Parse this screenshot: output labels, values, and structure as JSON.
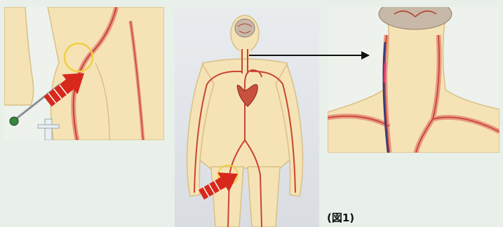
{
  "figure": {
    "caption": "(図1)",
    "colors": {
      "skin": "#f5e3b6",
      "skin_outline": "#d9bf86",
      "artery": "#c9452f",
      "artery_light": "#e89a86",
      "heart": "#c8503c",
      "arrow": "#d8281c",
      "catheter_blue": "#2c3c80",
      "catheter_pink": "#e0407a"
    },
    "panels": [
      {
        "name": "groin-puncture",
        "content": "arm-and-thigh-with-red-arrow-and-needle"
      },
      {
        "name": "full-body-arterial-system",
        "content": "body-with-brain-heart-arteries-and-red-arrow"
      },
      {
        "name": "neck-catheter-closeup",
        "content": "neck-arteries-with-catheter"
      }
    ],
    "icons": [
      "red-arrow-icon",
      "needle-icon",
      "brain-icon",
      "heart-icon",
      "catheter-icon",
      "target-circle-icon"
    ]
  }
}
